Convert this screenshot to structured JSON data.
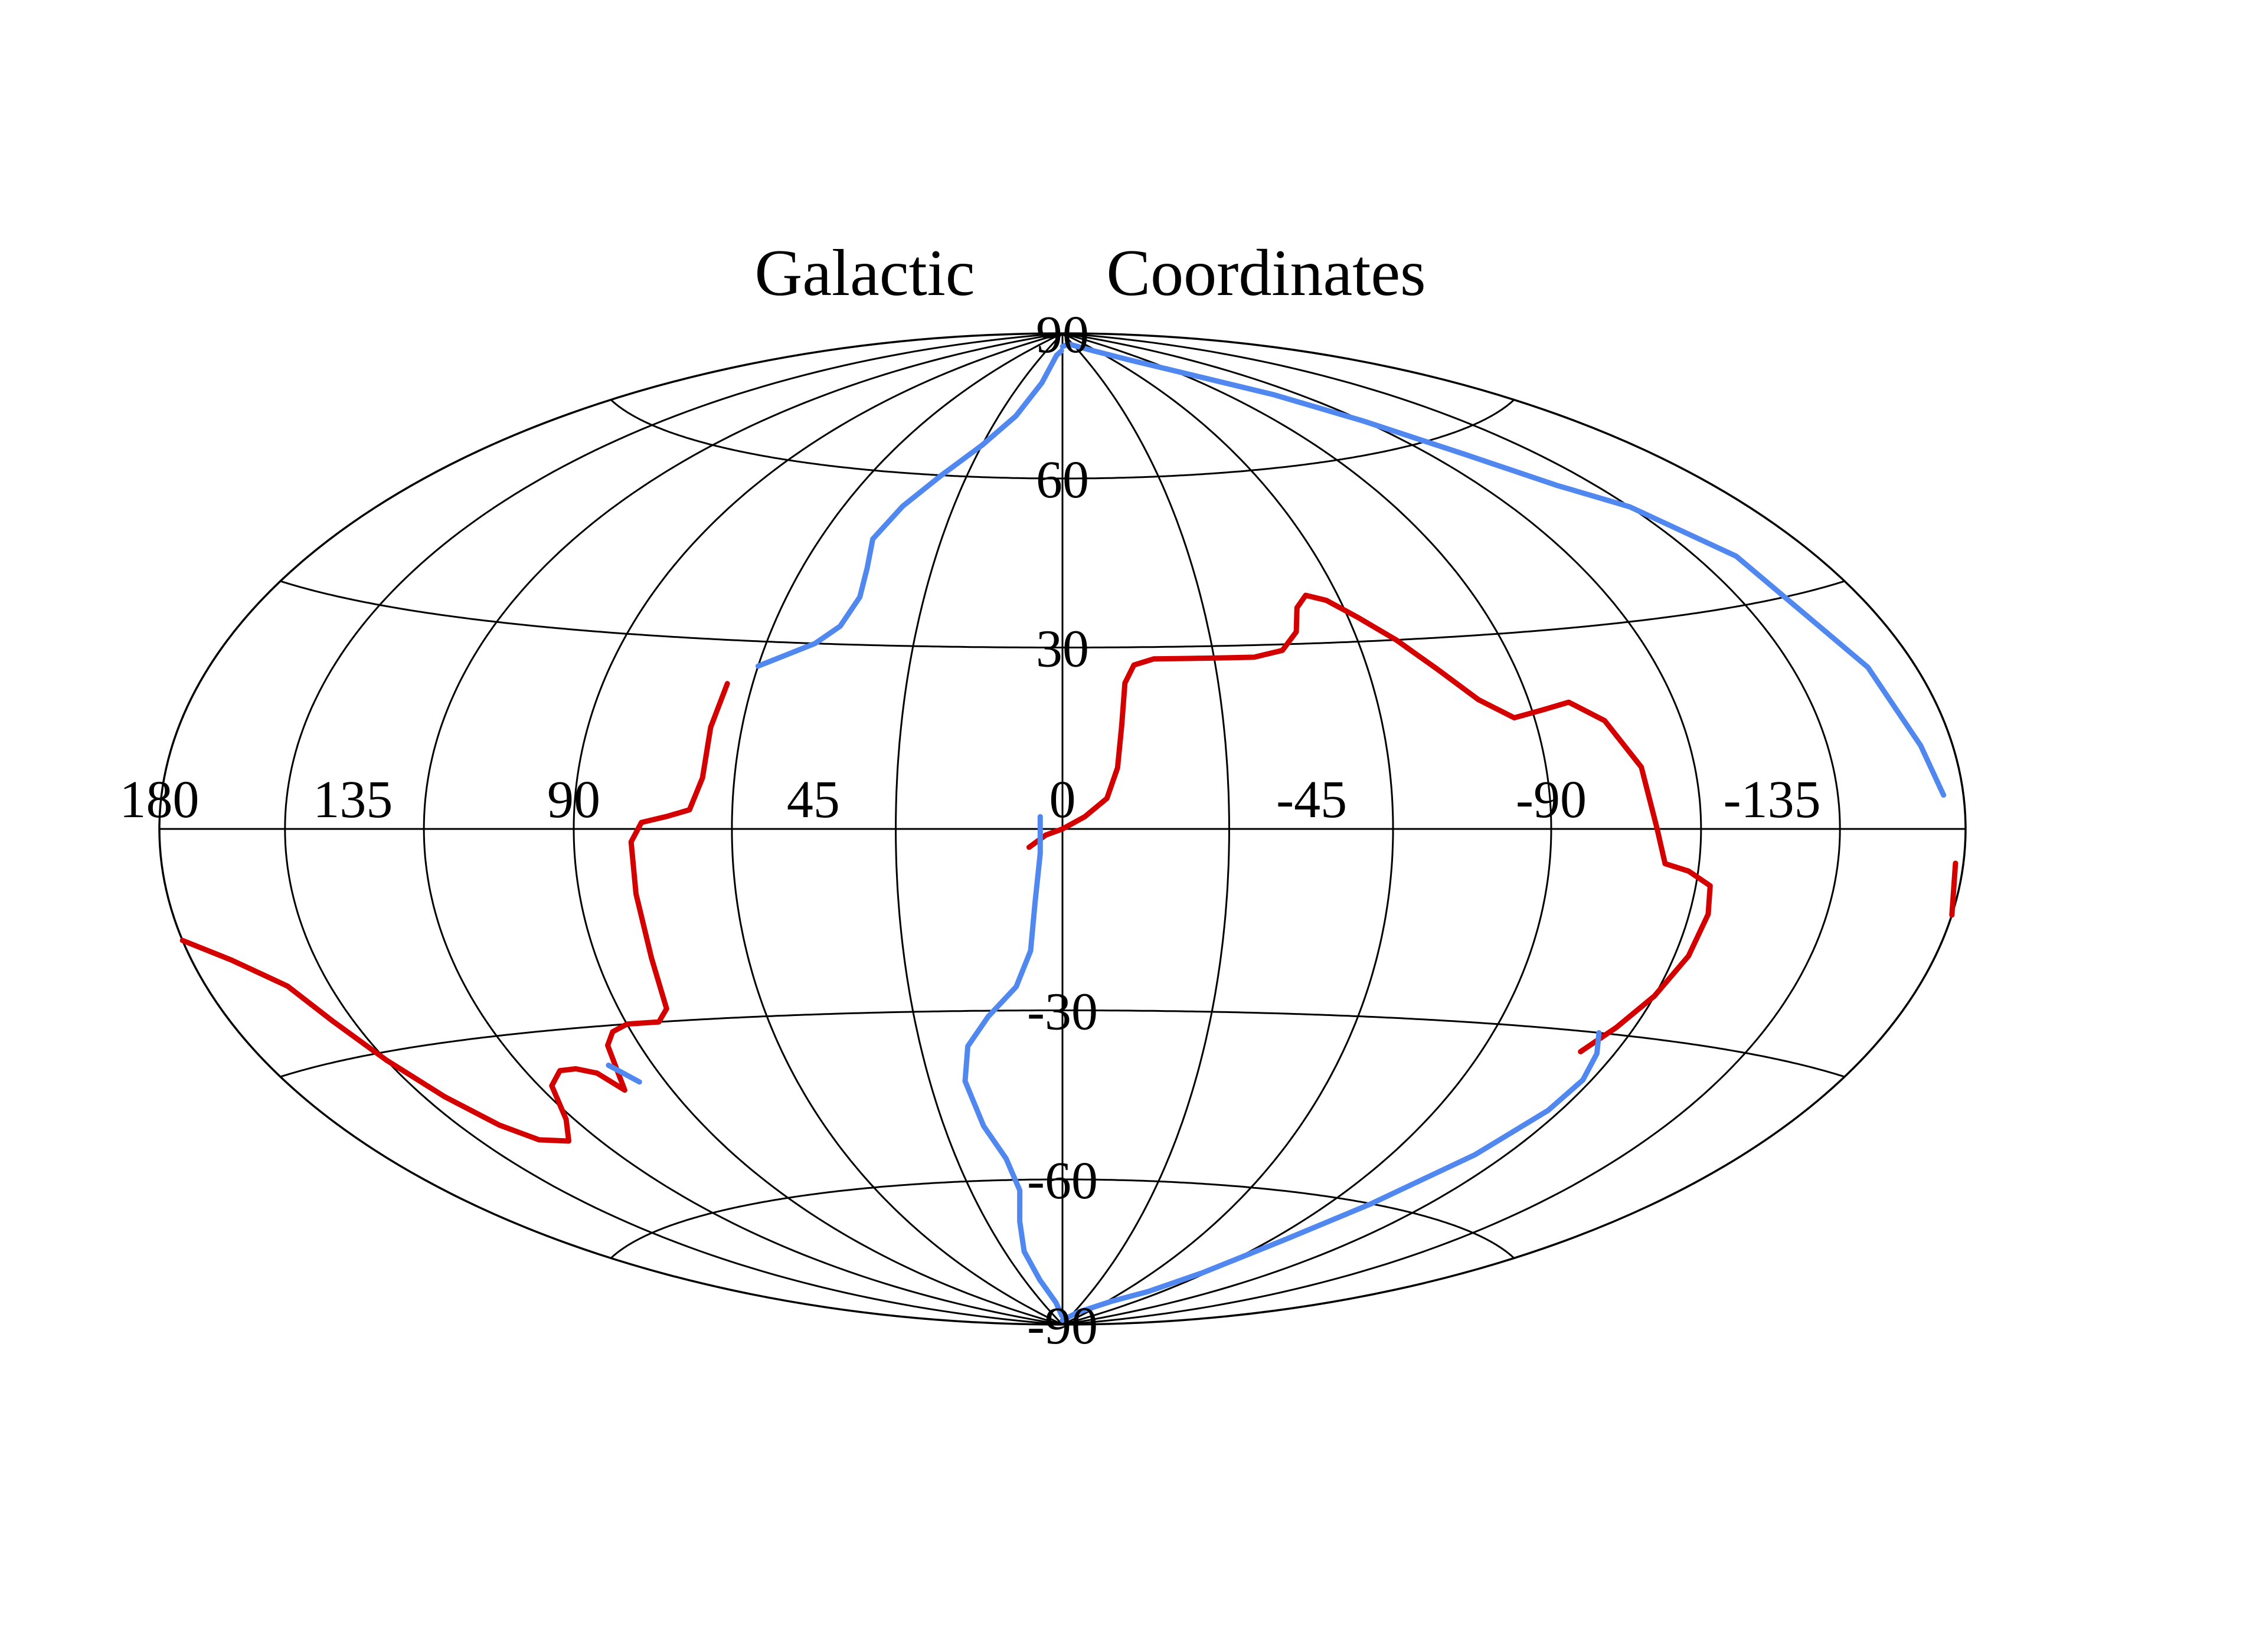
{
  "chart_data": {
    "type": "line",
    "projection": "hammer-aitoff",
    "title_parts": [
      "Galactic",
      "Coordinates"
    ],
    "x_ticks": [
      "180",
      "135",
      "90",
      "45",
      "0",
      "-45",
      "-90",
      "-135"
    ],
    "x_tick_values": [
      180,
      135,
      90,
      45,
      0,
      -45,
      -90,
      -135
    ],
    "y_ticks": [
      "90",
      "60",
      "30",
      "-30",
      "-60",
      "-90"
    ],
    "y_tick_values": [
      90,
      60,
      30,
      -30,
      -60,
      -90
    ],
    "xlim": [
      180,
      -180
    ],
    "ylim": [
      -90,
      90
    ],
    "grid": true,
    "colors": {
      "red": "#d40000",
      "blue": "#5088f0"
    },
    "series": [
      {
        "color": "#d40000",
        "points": [
          [
            180,
            -13
          ],
          [
            170,
            -16
          ],
          [
            160,
            -20
          ],
          [
            155,
            -25
          ],
          [
            150,
            -31
          ],
          [
            145,
            -37
          ],
          [
            140,
            -42
          ],
          [
            135,
            -45
          ],
          [
            128,
            -46
          ],
          [
            122,
            -43
          ],
          [
            117,
            -38
          ],
          [
            112,
            -36
          ],
          [
            108,
            -36
          ],
          [
            104,
            -37
          ],
          [
            101,
            -40
          ],
          [
            99,
            -37
          ],
          [
            97,
            -33
          ],
          [
            94,
            -31
          ],
          [
            90,
            -30
          ],
          [
            86,
            -30
          ],
          [
            83,
            -30
          ],
          [
            80,
            -28
          ],
          [
            79,
            -20
          ],
          [
            79,
            -10
          ],
          [
            79,
            -2
          ],
          [
            77,
            1
          ],
          [
            72,
            2
          ],
          [
            68,
            3
          ],
          [
            66,
            8
          ],
          [
            66,
            16
          ],
          [
            65,
            23
          ]
        ]
      },
      {
        "color": "#d40000",
        "points": [
          [
            6,
            -3
          ],
          [
            3,
            -1
          ],
          [
            0,
            0
          ],
          [
            -4,
            2
          ],
          [
            -8,
            5
          ],
          [
            -10,
            10
          ],
          [
            -11,
            17
          ],
          [
            -12,
            24
          ],
          [
            -14,
            27
          ],
          [
            -18,
            28
          ],
          [
            -25,
            28
          ],
          [
            -32,
            28
          ],
          [
            -38,
            28
          ],
          [
            -44,
            29
          ],
          [
            -48,
            32
          ],
          [
            -50,
            36
          ],
          [
            -53,
            38
          ],
          [
            -57,
            37
          ],
          [
            -62,
            34
          ],
          [
            -68,
            30
          ],
          [
            -74,
            25
          ],
          [
            -80,
            20
          ],
          [
            -86,
            17
          ],
          [
            -92,
            18
          ],
          [
            -98,
            19
          ],
          [
            -104,
            16
          ],
          [
            -109,
            9
          ],
          [
            -111,
            0
          ],
          [
            -113,
            -5
          ],
          [
            -118,
            -6
          ],
          [
            -123,
            -8
          ],
          [
            -124,
            -12
          ],
          [
            -123,
            -18
          ],
          [
            -120,
            -24
          ],
          [
            -116,
            -29
          ],
          [
            -112,
            -33
          ]
        ]
      },
      {
        "color": "#d40000",
        "points": [
          [
            -178,
            -4
          ],
          [
            -180,
            -10
          ]
        ]
      },
      {
        "color": "#5088f0",
        "points": [
          [
            60,
            26
          ],
          [
            55,
            28
          ],
          [
            50,
            30
          ],
          [
            46,
            33
          ],
          [
            44,
            38
          ],
          [
            45,
            43
          ],
          [
            47,
            48
          ],
          [
            44,
            54
          ],
          [
            38,
            60
          ],
          [
            30,
            66
          ],
          [
            22,
            72
          ],
          [
            15,
            79
          ],
          [
            9,
            85
          ],
          [
            2,
            86
          ]
        ]
      },
      {
        "color": "#5088f0",
        "points": [
          [
            0,
            87
          ],
          [
            -20,
            87.5
          ],
          [
            -50,
            86
          ],
          [
            -75,
            83
          ],
          [
            -95,
            78
          ],
          [
            -110,
            72
          ],
          [
            -120,
            65
          ],
          [
            -130,
            57
          ],
          [
            -140,
            50
          ],
          [
            -150,
            45
          ],
          [
            -160,
            36
          ],
          [
            -168,
            20
          ],
          [
            -172,
            10
          ],
          [
            -175,
            4
          ]
        ]
      },
      {
        "color": "#5088f0",
        "points": [
          [
            100,
            -36
          ],
          [
            96,
            -39
          ]
        ]
      },
      {
        "color": "#5088f0",
        "points": [
          [
            4,
            2
          ],
          [
            4,
            -4
          ],
          [
            5,
            -12
          ],
          [
            6,
            -20
          ],
          [
            9,
            -26
          ],
          [
            15,
            -31
          ],
          [
            20,
            -36
          ],
          [
            22,
            -42
          ],
          [
            20,
            -50
          ],
          [
            16,
            -56
          ],
          [
            14,
            -62
          ],
          [
            17,
            -68
          ],
          [
            20,
            -74
          ],
          [
            18,
            -80
          ],
          [
            10,
            -85
          ],
          [
            2,
            -88
          ]
        ]
      },
      {
        "color": "#5088f0",
        "points": [
          [
            0,
            -89
          ],
          [
            -40,
            -87
          ],
          [
            -65,
            -84
          ],
          [
            -80,
            -81
          ],
          [
            -88,
            -76
          ],
          [
            -95,
            -68
          ],
          [
            -103,
            -60
          ],
          [
            -112,
            -50
          ],
          [
            -117,
            -42
          ],
          [
            -118,
            -37
          ],
          [
            -116,
            -33
          ],
          [
            -113,
            -30
          ]
        ]
      }
    ]
  }
}
